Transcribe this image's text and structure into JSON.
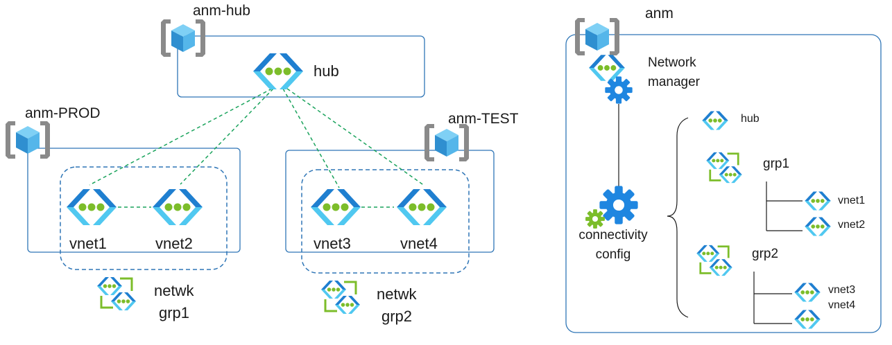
{
  "left": {
    "hub_rg": {
      "title": "anm-hub",
      "vnet": "hub"
    },
    "prod_rg": {
      "title": "anm-PROD",
      "vnets": [
        "vnet1",
        "vnet2"
      ]
    },
    "test_rg": {
      "title": "anm-TEST",
      "vnets": [
        "vnet3",
        "vnet4"
      ]
    },
    "groups": [
      {
        "line1": "netwk",
        "line2": "grp1"
      },
      {
        "line1": "netwk",
        "line2": "grp2"
      }
    ]
  },
  "right": {
    "title": "anm",
    "manager": {
      "line1": "Network",
      "line2": "manager"
    },
    "config": {
      "line1": "connectivity",
      "line2": "config"
    },
    "tree": {
      "hub": "hub",
      "grp1": {
        "label": "grp1",
        "members": [
          "vnet1",
          "vnet2"
        ]
      },
      "grp2": {
        "label": "grp2",
        "members": [
          "vnet3",
          "vnet4"
        ]
      }
    }
  },
  "colors": {
    "box_border": "#2e75b6",
    "dashed_group": "#2e75b6",
    "peering": "#1aa35c",
    "vnet_chevron_dark": "#1f7fd0",
    "vnet_chevron_light": "#50c8f0",
    "vnet_dot": "#7cbd2a",
    "gear": "#1f86e0",
    "gear_small": "#7cbd2a",
    "rg_bracket": "#8a8a8a",
    "cube": "#3ea0d8"
  },
  "icons": [
    "resource-group-icon",
    "vnet-icon",
    "network-group-icon",
    "gear-icon"
  ]
}
